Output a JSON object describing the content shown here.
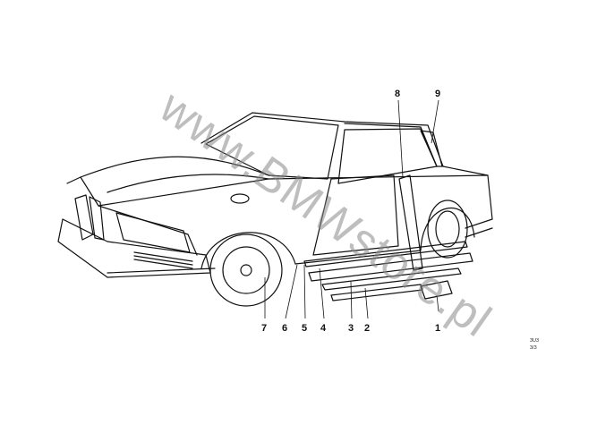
{
  "diagram": {
    "callouts": [
      "1",
      "2",
      "3",
      "4",
      "5",
      "6",
      "7",
      "8",
      "9"
    ],
    "ref_code_line1": "3U3",
    "ref_code_line2": "3/3",
    "watermark": "www.BMWstore.pl"
  }
}
